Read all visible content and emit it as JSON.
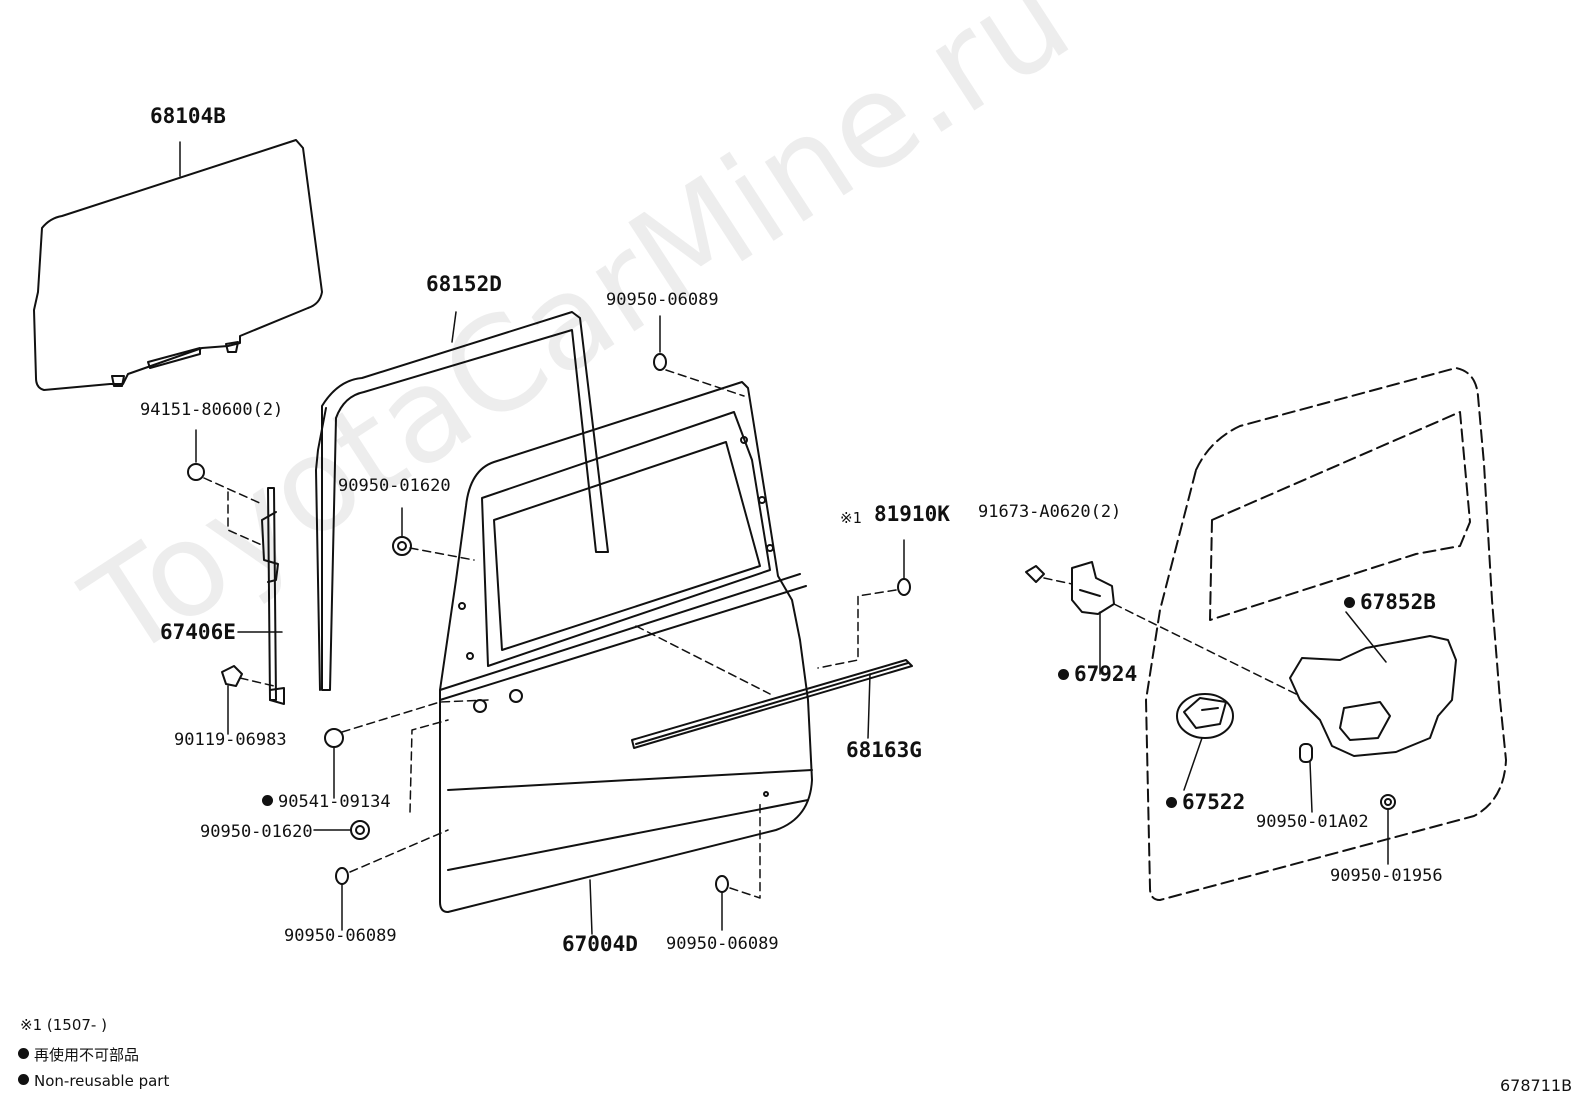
{
  "watermark": "ToyotaCarMine.ru",
  "figure_id": "678711B",
  "labels": {
    "p68104B": "68104B",
    "p68152D": "68152D",
    "p90950_06089_top": "90950-06089",
    "p94151": "94151-80600(2)",
    "p90950_01620_upper": "90950-01620",
    "p81910K": "81910K",
    "mark_81910K": "※1",
    "p67406E": "67406E",
    "p90119": "90119-06983",
    "p90541": "90541-09134",
    "p90950_01620_lower": "90950-01620",
    "p90950_06089_left": "90950-06089",
    "p67004D": "67004D",
    "p90950_06089_bottom": "90950-06089",
    "p68163G": "68163G",
    "p91673": "91673-A0620(2)",
    "p67924": "67924",
    "p67852B": "67852B",
    "p67522": "67522",
    "p90950_01A02": "90950-01A02",
    "p90950_01956": "90950-01956"
  },
  "legend": {
    "note1": "※1 (1507-        )",
    "jp": "再使用不可部品",
    "en": "Non-reusable part"
  }
}
